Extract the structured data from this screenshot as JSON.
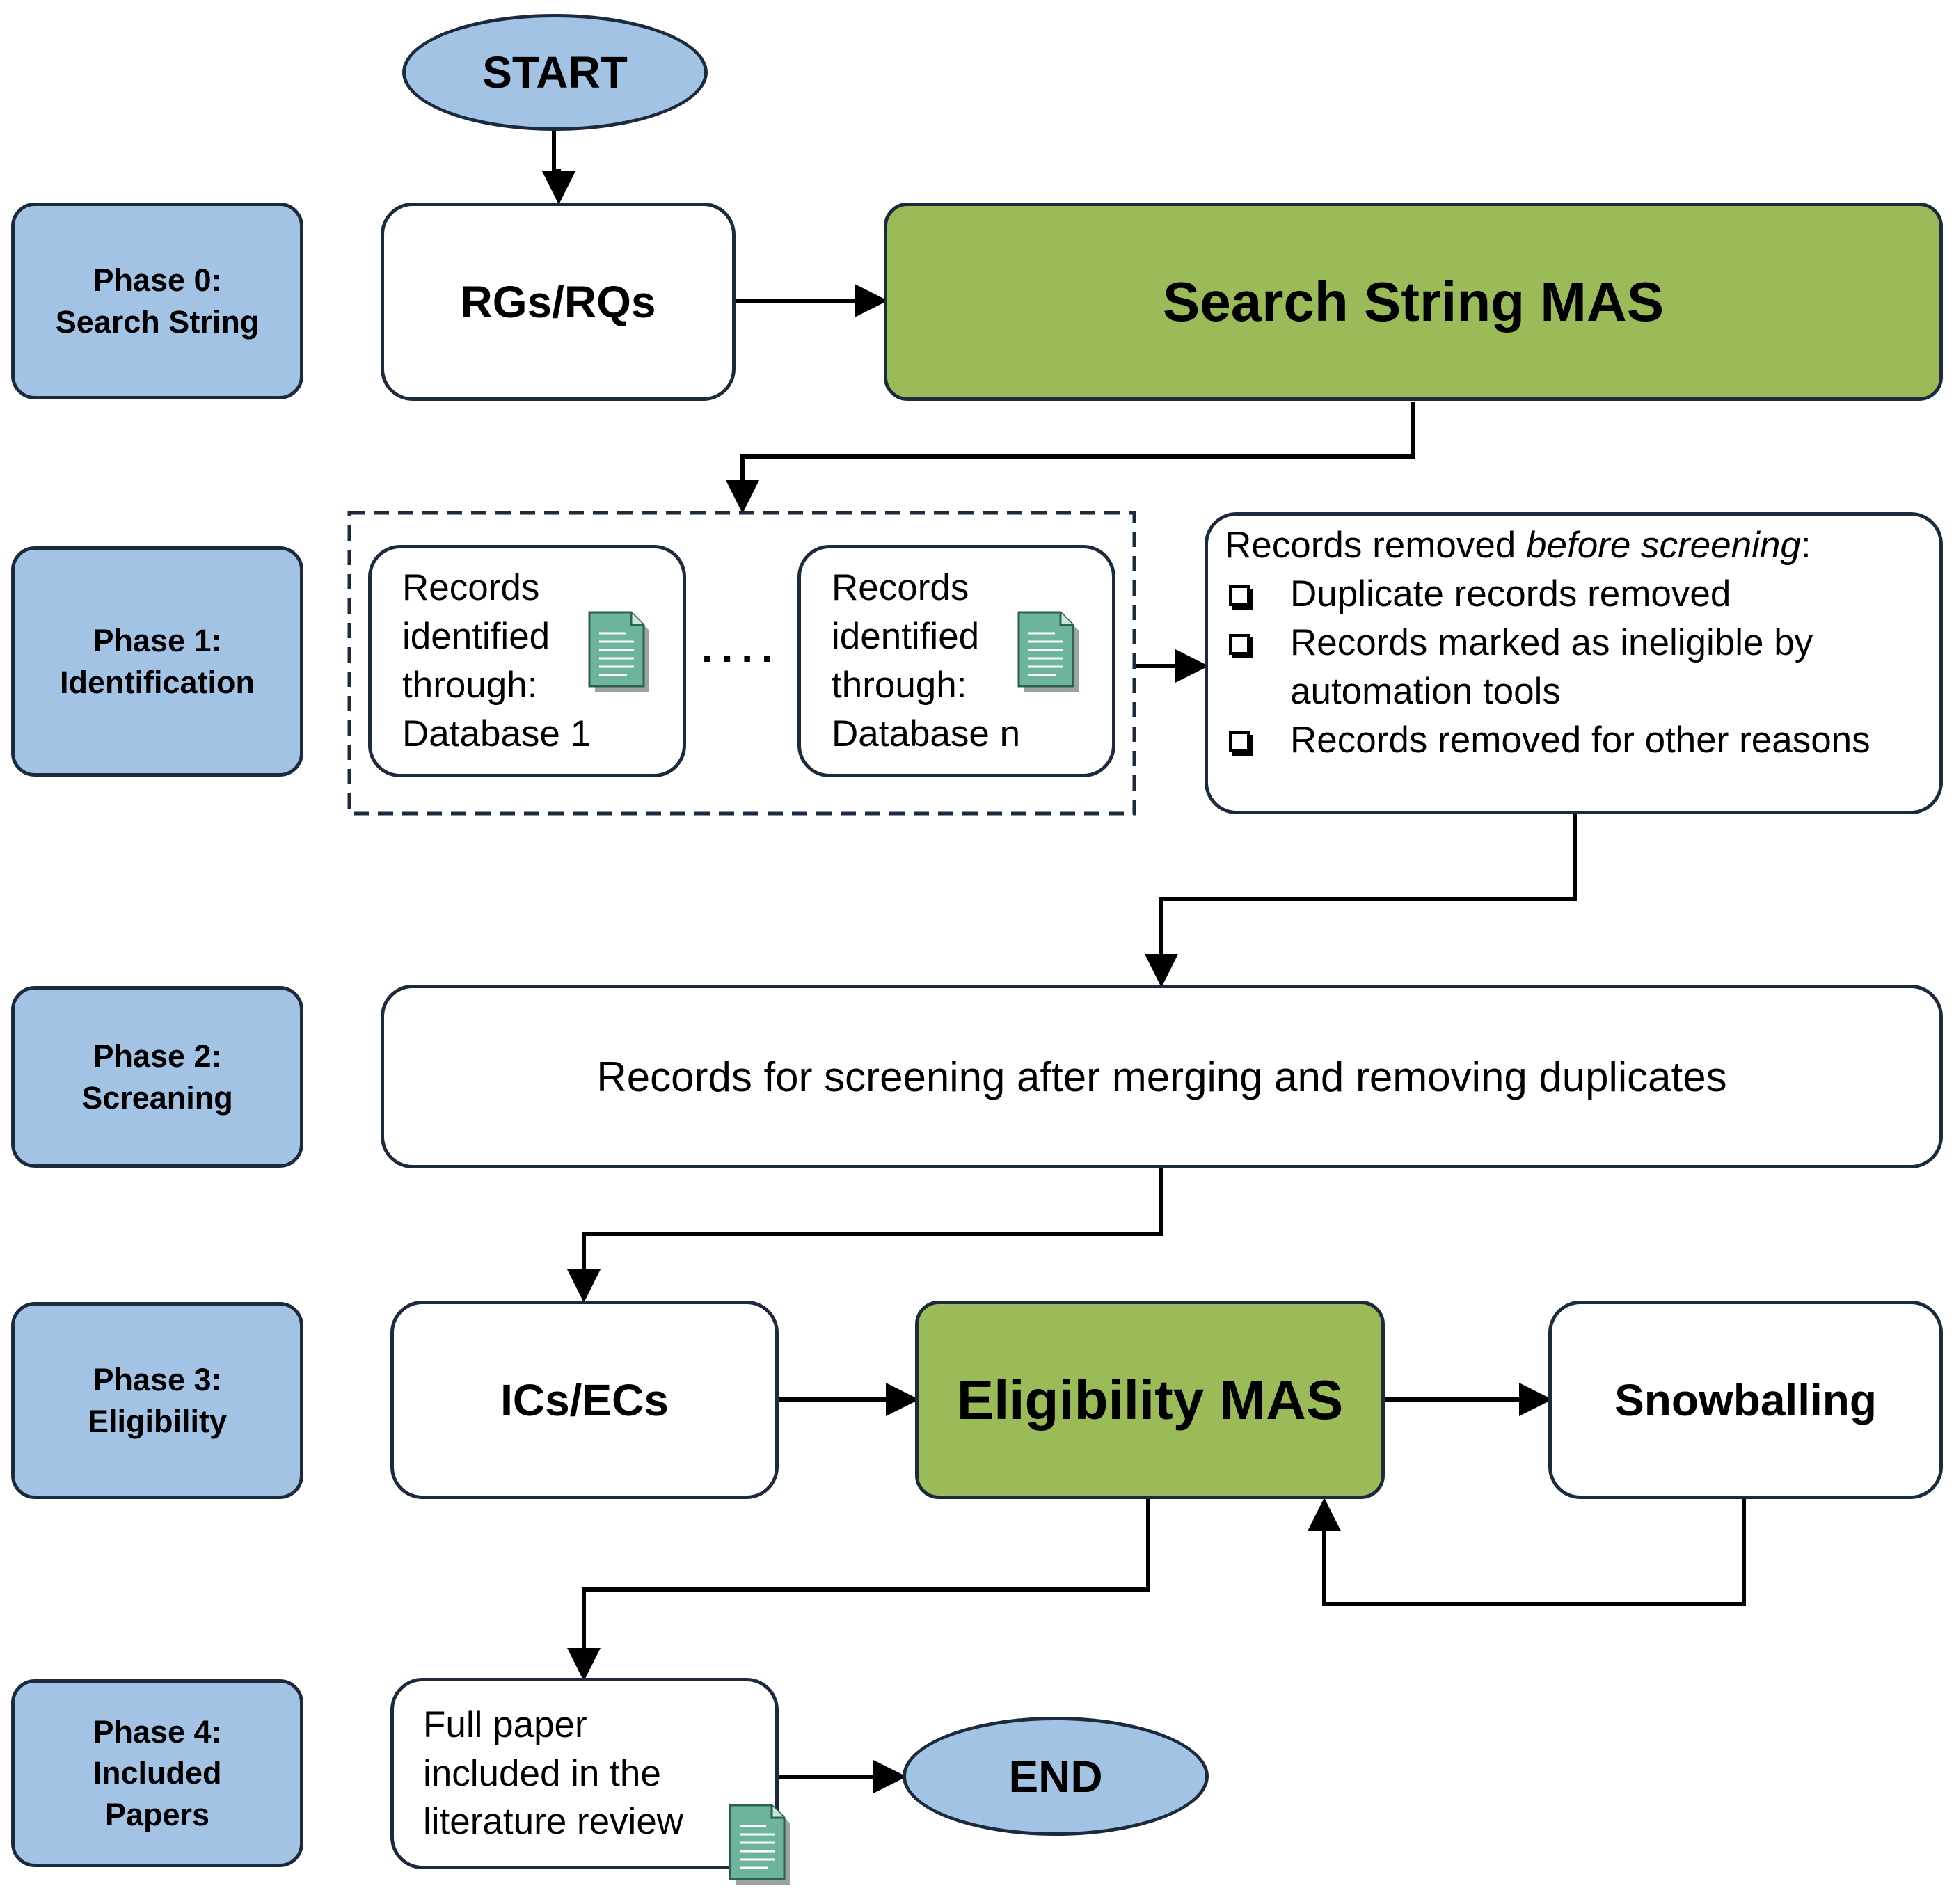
{
  "start": "START",
  "end": "END",
  "phases": [
    "Phase 0:\nSearch String",
    "Phase 1:\nIdentification",
    "Phase 2:\nScreaning",
    "Phase 3:\nEligibility",
    "Phase 4:\nIncluded\nPapers"
  ],
  "phase0": {
    "rgs_rqs": "RGs/RQs",
    "search_string_mas": "Search String MAS"
  },
  "phase1": {
    "database_1": "Records\nidentified\nthrough:\nDatabase 1",
    "ellipsis": "....",
    "database_n": "Records\nidentified\nthrough:\nDatabase n",
    "removed_title_prefix": "Records removed ",
    "removed_title_italic": "before screening",
    "removed_title_suffix": ":",
    "removed_items": [
      "Duplicate records removed",
      "Records marked as ineligible by automation tools",
      "Records removed for other reasons"
    ]
  },
  "phase2": {
    "screening": "Records for screening after merging and removing duplicates"
  },
  "phase3": {
    "ics_ecs": "ICs/ECs",
    "eligibility_mas": "Eligibility MAS",
    "snowballing": "Snowballing"
  },
  "phase4": {
    "full_paper": "Full paper\nincluded in the\nliterature review"
  },
  "colors": {
    "phase_fill": "#a2c3e4",
    "mas_fill": "#9bbb59",
    "border": "#1c2a3d",
    "doc_fill": "#6db59a"
  },
  "icons": [
    "document-icon"
  ]
}
